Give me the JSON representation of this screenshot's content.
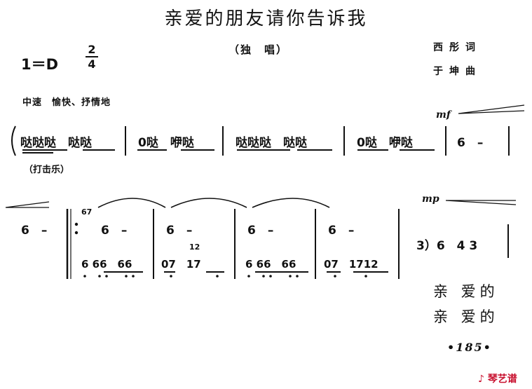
{
  "title": "亲爱的朋友请你告诉我",
  "key": "1＝D",
  "time_signature": {
    "top": "2",
    "bottom": "4"
  },
  "performance": "（独　唱）",
  "lyricist": "西彤词",
  "composer": "于坤曲",
  "tempo": "中速　愉快、抒情地",
  "dynamics": {
    "first": "mf",
    "second": "mp"
  },
  "row1": {
    "measures": [
      "哒哒哒　哒哒",
      "0哒　咿哒",
      "哒哒哒　哒哒",
      "0哒　咿哒",
      "6　–"
    ],
    "note": "（打击乐）"
  },
  "row2": {
    "pickup": "6　–",
    "grace": "67",
    "upper": [
      "6　–",
      "6　–",
      "6　–",
      "6　–"
    ],
    "lower": [
      "6 66　66",
      "07　17",
      "6 66　66",
      "07　1712"
    ],
    "grace2": "12",
    "tail": "3）6　4 3"
  },
  "lyrics": [
    "亲 爱的",
    "亲 爱的"
  ],
  "page_number": "•185•",
  "watermark": "琴艺谱"
}
